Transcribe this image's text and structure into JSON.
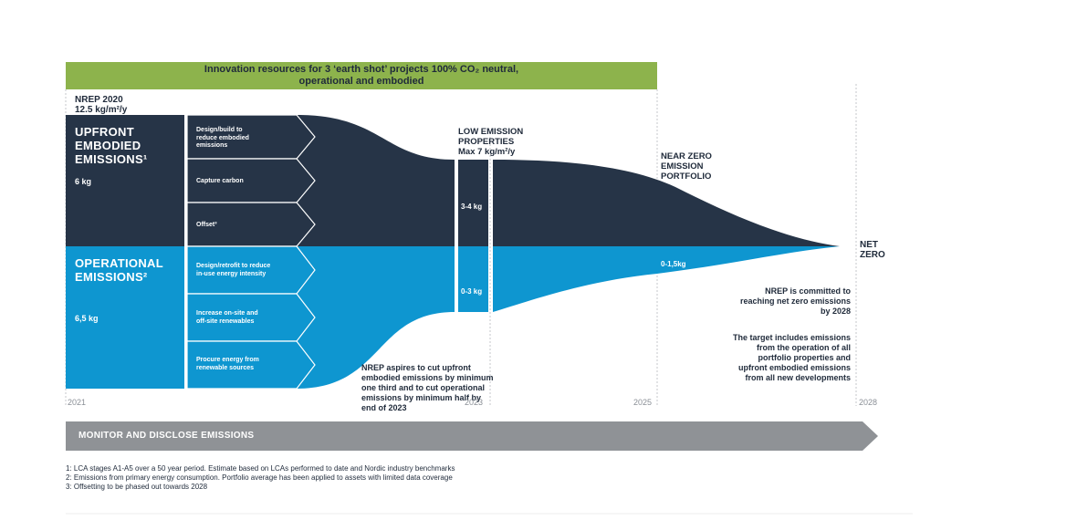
{
  "banner": {
    "text": "Innovation resources for 3 ‘earth shot’ projects 100% CO₂ neutral, operational and embodied"
  },
  "baseline": {
    "line1": "NREP 2020",
    "line2": "12.5 kg/m²/y"
  },
  "upfront": {
    "title_line1": "UPFRONT",
    "title_line2": "EMBODIED",
    "title_line3": "EMISSIONS¹",
    "value": "6 kg"
  },
  "operational": {
    "title_line1": "OPERATIONAL",
    "title_line2": "EMISSIONS²",
    "value": "6,5 kg"
  },
  "levers": [
    {
      "line1": "Design/build to",
      "line2": "reduce embodied",
      "line3": "emissions"
    },
    {
      "line1": "Capture carbon",
      "line2": "",
      "line3": ""
    },
    {
      "line1": "Offset³",
      "line2": "",
      "line3": ""
    },
    {
      "line1": "Design/retrofit to reduce",
      "line2": "in-use energy intensity",
      "line3": ""
    },
    {
      "line1": "Increase on-site and",
      "line2": "off-site renewables",
      "line3": ""
    },
    {
      "line1": "Procure energy from",
      "line2": "renewable sources",
      "line3": ""
    }
  ],
  "low_emission": {
    "line1": "LOW EMISSION",
    "line2": "PROPERTIES",
    "line3": "Max 7 kg/m²/y",
    "upper_value": "3-4 kg",
    "lower_value": "0-3 kg"
  },
  "near_zero": {
    "line1": "NEAR ZERO",
    "line2": "EMISSION",
    "line3": "PORTFOLIO",
    "value": "0-1,5kg"
  },
  "net_zero": {
    "line1": "NET",
    "line2": "ZERO"
  },
  "aspiration": {
    "line1": "NREP aspires to cut upfront",
    "line2": "embodied emissions by minimum",
    "line3": "one third and to cut operational",
    "line4": "emissions by minimum half by",
    "line5": "end of 2023"
  },
  "commitment": {
    "line1": "NREP is committed to",
    "line2": "reaching net zero emissions",
    "line3": "by 2028"
  },
  "target": {
    "line1": "The target includes emissions",
    "line2": "from the operation of all",
    "line3": "portfolio properties and",
    "line4": "upfront embodied emissions",
    "line5": "from all new developments"
  },
  "years": {
    "y2021": "2021",
    "y2023": "2023",
    "y2025": "2025",
    "y2028": "2028"
  },
  "monitor": {
    "label": "MONITOR AND DISCLOSE EMISSIONS"
  },
  "footnotes": {
    "f1": "1: LCA stages A1-A5 over a 50 year period. Estimate based on LCAs performed to date and Nordic industry benchmarks",
    "f2": "2: Emissions from primary energy consumption. Portfolio average has been applied to assets with limited data coverage",
    "f3": "3: Offsetting to be phased out towards 2028"
  },
  "colors": {
    "navy": "#263447",
    "blue": "#0e96d0",
    "green": "#8db34c",
    "gray": "#8f9296"
  }
}
